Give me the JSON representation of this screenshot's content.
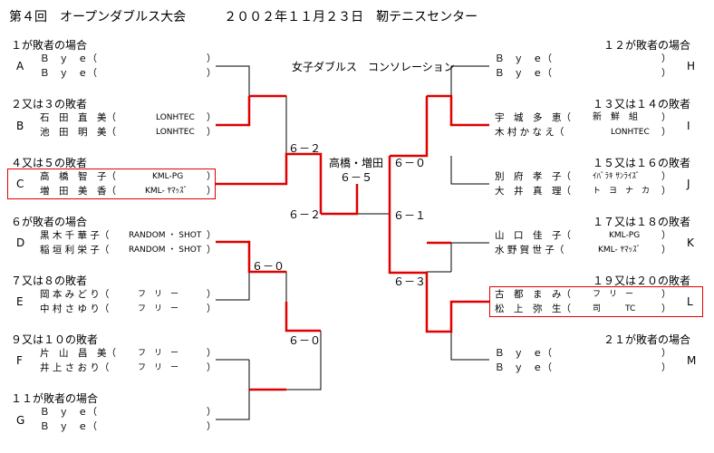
{
  "header": {
    "title": "第４回　オープンダブルス大会　　　２００２年１１月２３日　靭テニスセンター"
  },
  "center": {
    "event": "女子ダブルス　コンソレーション",
    "winner": "高橋・増田",
    "final_score": "６－５"
  },
  "left_entries": [
    {
      "label": "１が敗者の場合",
      "letter": "A",
      "players": [
        {
          "name": "Ｂ　ｙ　ｅ（",
          "club": "",
          "close": "）"
        },
        {
          "name": "Ｂ　ｙ　ｅ（",
          "club": "",
          "close": "）"
        }
      ]
    },
    {
      "label": "２又は３の敗者",
      "letter": "B",
      "players": [
        {
          "name": "石　田　直　美（",
          "club": "LONHTEC",
          "close": "）"
        },
        {
          "name": "池　田　明　美（",
          "club": "LONHTEC",
          "close": "）"
        }
      ]
    },
    {
      "label": "４又は５の敗者",
      "letter": "C",
      "players": [
        {
          "name": "高　橋　智　子（",
          "club": "KML-PG",
          "close": "）"
        },
        {
          "name": "増　田　美　香（",
          "club": "KML- ﾔﾏｯｽﾞ",
          "close": "）"
        }
      ]
    },
    {
      "label": "６が敗者の場合",
      "letter": "D",
      "players": [
        {
          "name": "黒 木 千 華 子（",
          "club": "RANDOM ・ SHOT",
          "close": "）"
        },
        {
          "name": "稲 垣 利 栄 子（",
          "club": "RANDOM ・ SHOT",
          "close": "）"
        }
      ]
    },
    {
      "label": "７又は８の敗者",
      "letter": "E",
      "players": [
        {
          "name": "岡 本 み ど り（",
          "club": "フ　リ　ー",
          "close": "）"
        },
        {
          "name": "中 村 さ ゆ り（",
          "club": "フ　リ　ー",
          "close": "）"
        }
      ]
    },
    {
      "label": "９又は１０の敗者",
      "letter": "F",
      "players": [
        {
          "name": "片　山　昌　美（",
          "club": "フ　リ　ー",
          "close": "）"
        },
        {
          "name": "井 上 さ お り（",
          "club": "フ　リ　ー",
          "close": "）"
        }
      ]
    },
    {
      "label": "１１が敗者の場合",
      "letter": "G",
      "players": [
        {
          "name": "Ｂ　ｙ　ｅ（",
          "club": "",
          "close": "）"
        },
        {
          "name": "Ｂ　ｙ　ｅ（",
          "club": "",
          "close": "）"
        }
      ]
    }
  ],
  "right_entries": [
    {
      "label": "１２が敗者の場合",
      "letter": "H",
      "players": [
        {
          "name": "Ｂ　ｙ　ｅ（",
          "club": "",
          "close": "）"
        },
        {
          "name": "Ｂ　ｙ　ｅ（",
          "club": "",
          "close": "）"
        }
      ]
    },
    {
      "label": "１３又は１４の敗者",
      "letter": "I",
      "players": [
        {
          "name": "宇　城　多　恵（",
          "club": "新　鮮　組",
          "close": "）"
        },
        {
          "name": "木 村 か な え（",
          "club": "LONHTEC",
          "close": "）"
        }
      ]
    },
    {
      "label": "１５又は１６の敗者",
      "letter": "J",
      "players": [
        {
          "name": "別　府　孝　子（",
          "club": "ｲﾊﾞﾗｷ ｻﾝﾗｲｽﾞ",
          "close": "）"
        },
        {
          "name": "大　井　真　理（",
          "club": "ト　ヨ　ナ　カ",
          "close": "）"
        }
      ]
    },
    {
      "label": "１７又は１８の敗者",
      "letter": "K",
      "players": [
        {
          "name": "山　口　佳　子（",
          "club": "KML-PG",
          "close": "）"
        },
        {
          "name": "水 野 賀 世 子（",
          "club": "KML- ﾔﾏｯｽﾞ",
          "close": "）"
        }
      ]
    },
    {
      "label": "１９又は２０の敗者",
      "letter": "L",
      "players": [
        {
          "name": "古　都　ま　み（",
          "club": "フ　リ　ー",
          "close": "）"
        },
        {
          "name": "松　上　弥　生（",
          "club": "司　　　TC",
          "close": "）"
        }
      ]
    },
    {
      "label": "２１が敗者の場合",
      "letter": "M",
      "players": [
        {
          "name": "Ｂ　ｙ　ｅ（",
          "club": "",
          "close": "）"
        },
        {
          "name": "Ｂ　ｙ　ｅ（",
          "club": "",
          "close": "）"
        }
      ]
    }
  ],
  "scores": {
    "left_r2_top": "６－２",
    "left_r3": "６－２",
    "left_r1_de": "６－０",
    "left_r2_bottom": "６－０",
    "right_r2_top": "６－０",
    "right_r3": "６－１",
    "right_r2_bottom": "６－３"
  },
  "colors": {
    "winner_line": "#e00000",
    "normal_line": "#000000"
  }
}
